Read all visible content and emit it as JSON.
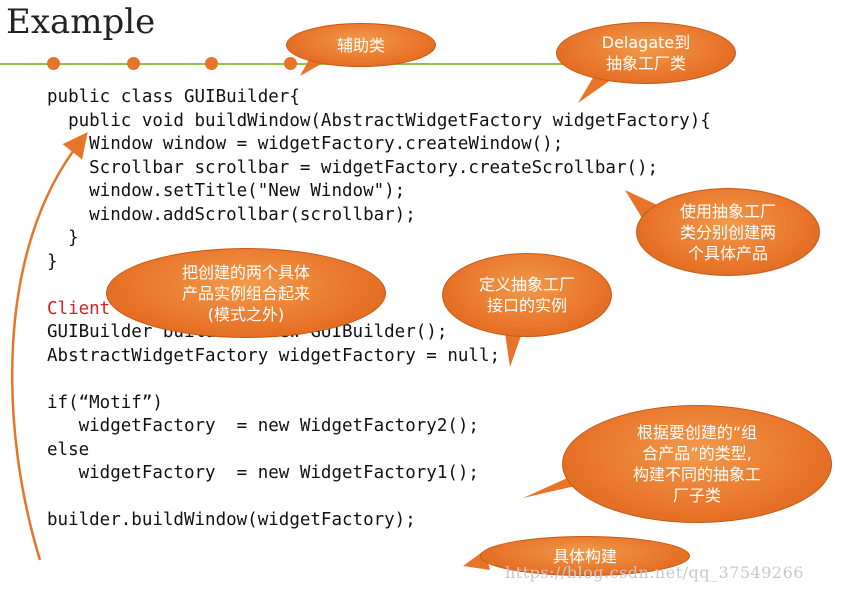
{
  "slide": {
    "title": "Example"
  },
  "code_lines": [
    "public class GUIBuilder{",
    "  public void buildWindow(AbstractWidgetFactory widgetFactory){",
    "    Window window = widgetFactory.createWindow();",
    "    Scrollbar scrollbar = widgetFactory.createScrollbar();",
    "    window.setTitle(\"New Window\");",
    "    window.addScrollbar(scrollbar);",
    "  }",
    "}",
    "",
    "Client",
    "GUIBuilder builder = new GUIBuilder();",
    "AbstractWidgetFactory widgetFactory = null;",
    "",
    "if(“Motif”)",
    "   widgetFactory  = new WidgetFactory2();",
    "else",
    "   widgetFactory  = new WidgetFactory1();",
    "",
    "builder.buildWindow(widgetFactory);"
  ],
  "callouts": {
    "helper": "辅助类",
    "delegate": "Delagate到\n抽象工厂类",
    "use_factory": "使用抽象工厂\n类分别创建两\n个具体产品",
    "combine": "把创建的两个具体\n产品实例组合起来\n(模式之外)",
    "define_interface": "定义抽象工厂\n接口的实例",
    "build_subclass": "根据要创建的“组\n合产品”的类型,\n构建不同的抽象工\n厂子类",
    "concrete_build": "具体构建"
  },
  "watermark": "https://blog.csdn.net/qq_37549266",
  "colors": {
    "callout_fill": "#e8742a",
    "rule": "#8cc34a",
    "client_label": "#d42020"
  }
}
